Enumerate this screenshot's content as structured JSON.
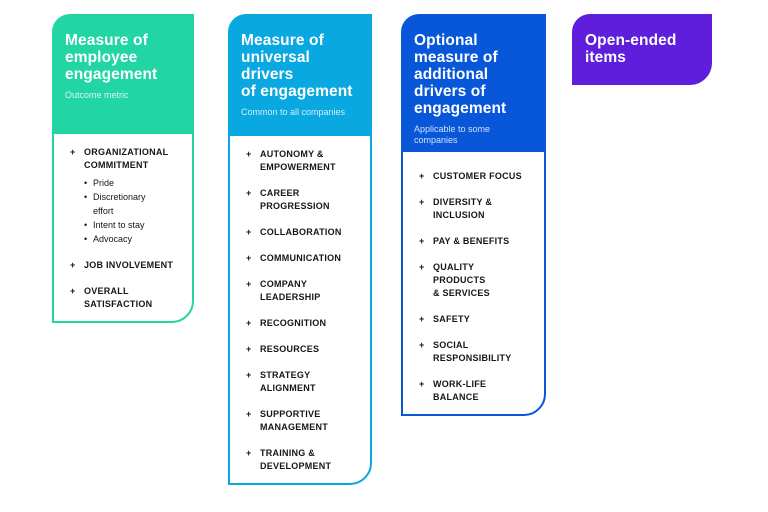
{
  "markers": {
    "plus": "+",
    "bullet": "•"
  },
  "columns": [
    {
      "id": "employee-engagement",
      "title": "Measure of\nemployee\nengagement",
      "subtitle": "Outcome metric",
      "accent_color": "#21D5A5",
      "items": [
        {
          "label": "ORGANIZATIONAL\nCOMMITMENT",
          "sub_items": [
            "Pride",
            "Discretionary\neffort",
            "Intent to stay",
            "Advocacy"
          ]
        },
        {
          "label": "JOB INVOLVEMENT"
        },
        {
          "label": "OVERALL\nSATISFACTION"
        }
      ]
    },
    {
      "id": "universal-drivers",
      "title": "Measure of\nuniversal\ndrivers\nof engagement",
      "subtitle": "Common to all companies",
      "accent_color": "#0AA8E0",
      "items": [
        {
          "label": "AUTONOMY &\nEMPOWERMENT"
        },
        {
          "label": "CAREER\nPROGRESSION"
        },
        {
          "label": "COLLABORATION"
        },
        {
          "label": "COMMUNICATION"
        },
        {
          "label": "COMPANY\nLEADERSHIP"
        },
        {
          "label": "RECOGNITION"
        },
        {
          "label": "RESOURCES"
        },
        {
          "label": "STRATEGY\nALIGNMENT"
        },
        {
          "label": "SUPPORTIVE\nMANAGEMENT"
        },
        {
          "label": "TRAINING &\nDEVELOPMENT"
        }
      ]
    },
    {
      "id": "additional-drivers",
      "title": "Optional\nmeasure of\nadditional\ndrivers of\nengagement",
      "subtitle": "Applicable to some companies",
      "accent_color": "#0857D8",
      "items": [
        {
          "label": "CUSTOMER FOCUS"
        },
        {
          "label": "DIVERSITY &\nINCLUSION"
        },
        {
          "label": "PAY & BENEFITS"
        },
        {
          "label": "QUALITY\nPRODUCTS\n& SERVICES"
        },
        {
          "label": "SAFETY"
        },
        {
          "label": "SOCIAL\nRESPONSIBILITY"
        },
        {
          "label": "WORK-LIFE\nBALANCE"
        }
      ]
    },
    {
      "id": "open-ended",
      "title": "Open-ended\nitems",
      "accent_color": "#5E1EDB",
      "items": []
    }
  ]
}
